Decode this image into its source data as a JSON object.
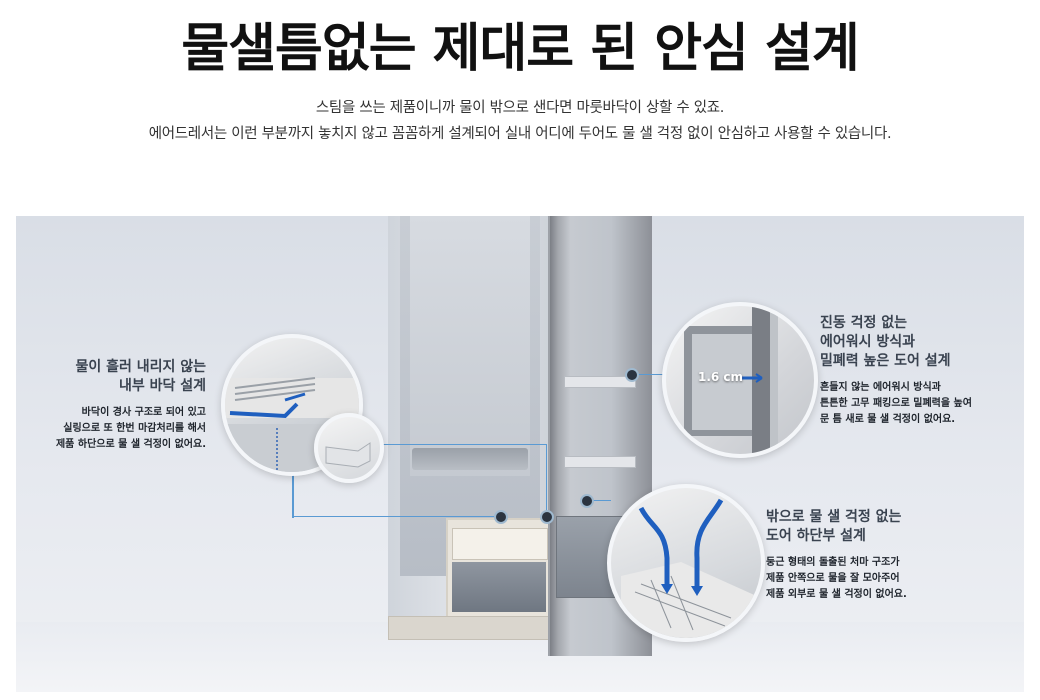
{
  "heading": {
    "title": "물샐틈없는 제대로 된 안심 설계",
    "desc_line1": "스팀을 쓰는 제품이니까 물이 밖으로 샌다면 마룻바닥이 상할 수 있죠.",
    "desc_line2": "에어드레서는 이런 부분까지 놓치지 않고 꼼꼼하게 설계되어 실내 어디에 두어도 물 샐 걱정 없이 안심하고 사용할 수 있습니다."
  },
  "callouts": {
    "floor": {
      "title_line1": "물이 흘러 내리지 않는",
      "title_line2": "내부 바닥 설계",
      "body_line1": "바닥이 경사 구조로 되어 있고",
      "body_line2": "실링으로 또 한번 마감처리를 해서",
      "body_line3": "제품 하단으로 물 샐 걱정이 없어요."
    },
    "door_seal": {
      "title_line1": "진동 걱정 없는",
      "title_line2": "에어워시 방식과",
      "title_line3": "밀폐력 높은 도어 설계",
      "body_line1": "흔들지 않는 에어워시 방식과",
      "body_line2": "튼튼한 고무 패킹으로 밀폐력을 높여",
      "body_line3": "문 틈 새로 물 샐 걱정이 없어요.",
      "measure": "1.6 cm"
    },
    "door_bottom": {
      "title_line1": "밖으로 물 샐 걱정 없는",
      "title_line2": "도어 하단부 설계",
      "body_line1": "둥근 형태의 돌출된 처마 구조가",
      "body_line2": "제품 안쪽으로 물을 잘 모아주어",
      "body_line3": "제품 외부로 물 샐 걱정이 없어요."
    }
  },
  "colors": {
    "accent_line": "#5a9ad3",
    "arrow_blue": "#1f5fbf",
    "title_text": "#111111"
  }
}
